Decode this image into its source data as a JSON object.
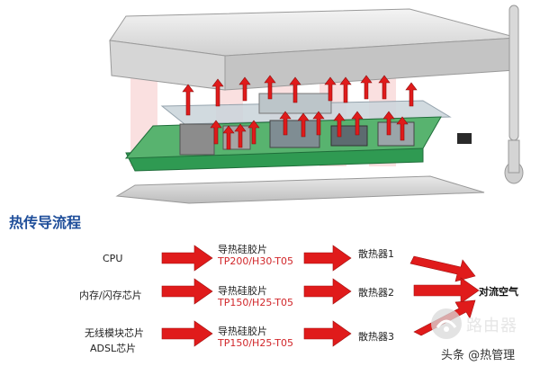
{
  "title": "热传导流程",
  "flow": {
    "rows": [
      {
        "source": [
          "CPU"
        ],
        "material": "导热硅胶片",
        "spec": "TP200/H30-T05",
        "sink": "散热器1"
      },
      {
        "source": [
          "内存/闪存芯片"
        ],
        "material": "导热硅胶片",
        "spec": "TP150/H25-T05",
        "sink": "散热器2"
      },
      {
        "source": [
          "无线模块芯片",
          "ADSL芯片"
        ],
        "material": "导热硅胶片",
        "spec": "TP150/H25-T05",
        "sink": "散热器3"
      }
    ],
    "destination": "对流空气"
  },
  "watermark": {
    "logo": "路由器",
    "credit": "头条 @热管理"
  },
  "colors": {
    "arrow_red": "#e01b1b",
    "title_blue": "#1f4e9a",
    "spec_red": "#d1262a",
    "pcb_green": "#2f9a52"
  }
}
